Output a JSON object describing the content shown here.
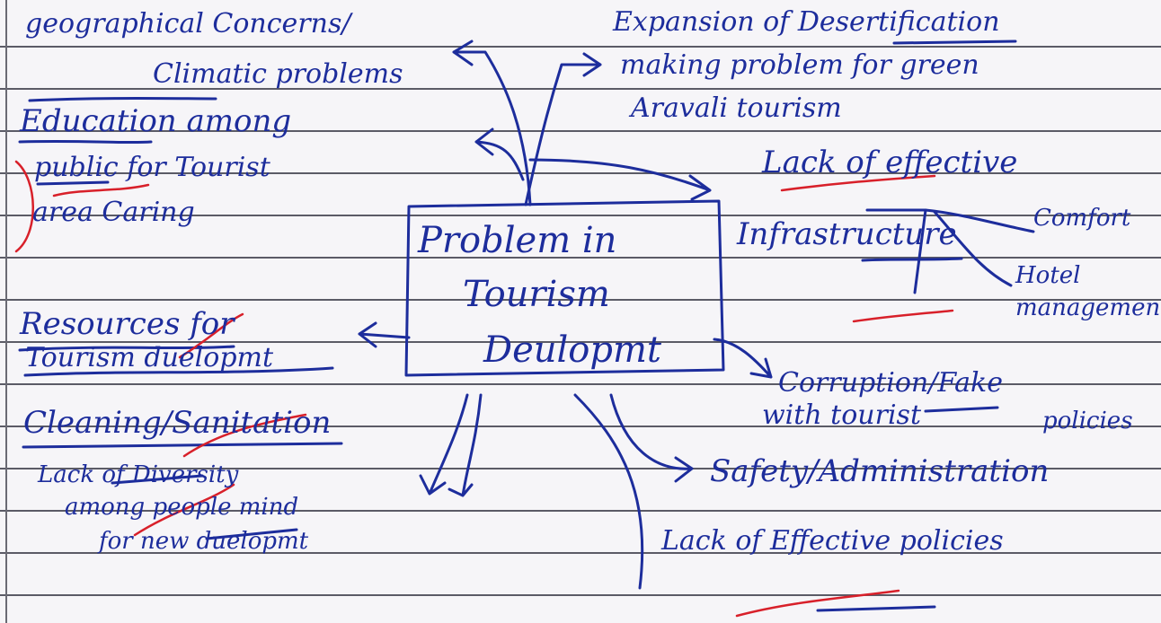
{
  "diagram": {
    "center": {
      "line1": "Problem in",
      "line2": "Tourism",
      "line3": "Deulopmt"
    },
    "left": {
      "geographical_line1": "geographical Concerns/",
      "geographical_line2": "Climatic problems",
      "education_line1": "Education among",
      "education_line2": "public for Tourist",
      "education_line3": "area Caring",
      "resources_line1": "Resources for",
      "resources_line2": "Tourism duelopmt",
      "cleaning": "Cleaning/Sanitation",
      "diversity_line1": "Lack of Diversity",
      "diversity_line2": "among people mind",
      "diversity_line3": "for new duelopmt"
    },
    "right": {
      "expansion_line1": "Expansion of Desertification",
      "expansion_line2": "making problem for green",
      "expansion_line3": "Aravali tourism",
      "infra_line1": "Lack of effective",
      "infra_line2": "Infrastructure",
      "comfort": "Comfort",
      "hotel_line1": "Hotel",
      "hotel_line2": "management",
      "corruption_line1": "Corruption/Fake",
      "corruption_line2": "with tourist",
      "policies": "policies",
      "safety": "Safety/Administration",
      "effective": "Lack of Effective policies"
    }
  },
  "colors": {
    "ink": "#1d2d9c",
    "correction": "#d8202a",
    "paper": "#f6f5f8",
    "rule": "#5b5b66"
  }
}
